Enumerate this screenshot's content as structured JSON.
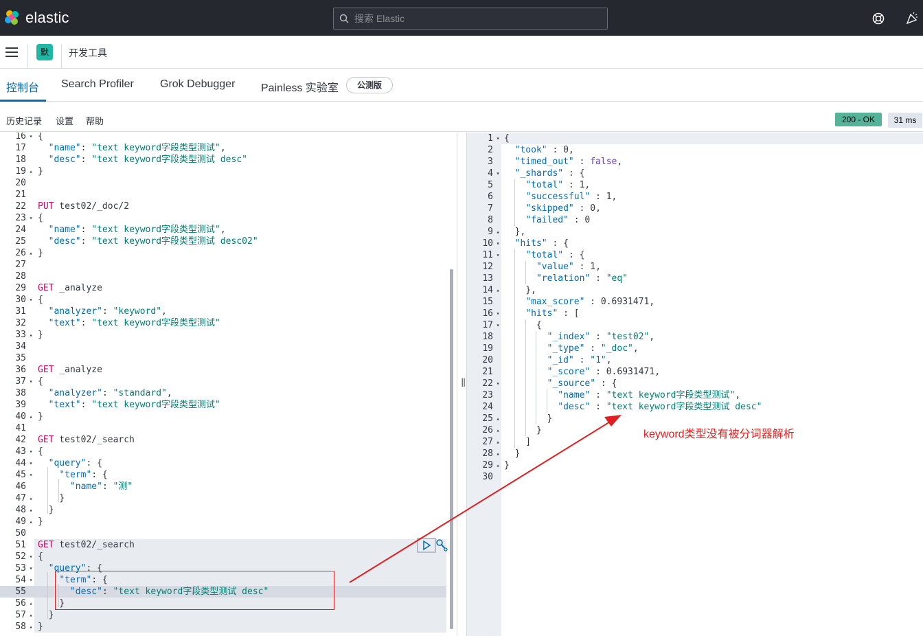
{
  "brand": "elastic",
  "search": {
    "placeholder": "搜索 Elastic"
  },
  "breadcrumb": {
    "space_initial": "默",
    "page": "开发工具"
  },
  "tabs": [
    {
      "label": "控制台",
      "active": true
    },
    {
      "label": "Search Profiler"
    },
    {
      "label": "Grok Debugger"
    },
    {
      "label": "Painless 实验室"
    }
  ],
  "beta_badge": "公测版",
  "menu": {
    "history": "历史记录",
    "settings": "设置",
    "help": "帮助"
  },
  "status": {
    "code": "200 - OK",
    "time": "31 ms"
  },
  "divider_grip": "‖",
  "annotation": "keyword类型没有被分词器解析",
  "request_lines": [
    {
      "n": "16",
      "fold": "▾",
      "tokens": [
        [
          "p",
          "{"
        ]
      ]
    },
    {
      "n": "17",
      "fold": "",
      "tokens": [
        [
          "p",
          "  "
        ],
        [
          "k",
          "\"name\""
        ],
        [
          "p",
          ": "
        ],
        [
          "s",
          "\"text keyword字段类型测试\""
        ],
        [
          "p",
          ","
        ]
      ]
    },
    {
      "n": "18",
      "fold": "",
      "tokens": [
        [
          "p",
          "  "
        ],
        [
          "k",
          "\"desc\""
        ],
        [
          "p",
          ": "
        ],
        [
          "s",
          "\"text keyword字段类型测试 desc\""
        ]
      ]
    },
    {
      "n": "19",
      "fold": "▴",
      "tokens": [
        [
          "p",
          "}"
        ]
      ]
    },
    {
      "n": "20",
      "fold": "",
      "tokens": []
    },
    {
      "n": "21",
      "fold": "",
      "tokens": []
    },
    {
      "n": "22",
      "fold": "",
      "tokens": [
        [
          "m",
          "PUT"
        ],
        [
          "url",
          " test02/_doc/2"
        ]
      ]
    },
    {
      "n": "23",
      "fold": "▾",
      "tokens": [
        [
          "p",
          "{"
        ]
      ]
    },
    {
      "n": "24",
      "fold": "",
      "tokens": [
        [
          "p",
          "  "
        ],
        [
          "k",
          "\"name\""
        ],
        [
          "p",
          ": "
        ],
        [
          "s",
          "\"text keyword字段类型测试\""
        ],
        [
          "p",
          ","
        ]
      ]
    },
    {
      "n": "25",
      "fold": "",
      "tokens": [
        [
          "p",
          "  "
        ],
        [
          "k",
          "\"desc\""
        ],
        [
          "p",
          ": "
        ],
        [
          "s",
          "\"text keyword字段类型测试 desc02\""
        ]
      ]
    },
    {
      "n": "26",
      "fold": "▴",
      "tokens": [
        [
          "p",
          "}"
        ]
      ]
    },
    {
      "n": "27",
      "fold": "",
      "tokens": []
    },
    {
      "n": "28",
      "fold": "",
      "tokens": []
    },
    {
      "n": "29",
      "fold": "",
      "tokens": [
        [
          "m",
          "GET"
        ],
        [
          "url",
          " _analyze"
        ]
      ]
    },
    {
      "n": "30",
      "fold": "▾",
      "tokens": [
        [
          "p",
          "{"
        ]
      ]
    },
    {
      "n": "31",
      "fold": "",
      "tokens": [
        [
          "p",
          "  "
        ],
        [
          "k",
          "\"analyzer\""
        ],
        [
          "p",
          ": "
        ],
        [
          "s",
          "\"keyword\""
        ],
        [
          "p",
          ","
        ]
      ]
    },
    {
      "n": "32",
      "fold": "",
      "tokens": [
        [
          "p",
          "  "
        ],
        [
          "k",
          "\"text\""
        ],
        [
          "p",
          ": "
        ],
        [
          "s",
          "\"text keyword字段类型测试\""
        ]
      ]
    },
    {
      "n": "33",
      "fold": "▴",
      "tokens": [
        [
          "p",
          "}"
        ]
      ]
    },
    {
      "n": "34",
      "fold": "",
      "tokens": []
    },
    {
      "n": "35",
      "fold": "",
      "tokens": []
    },
    {
      "n": "36",
      "fold": "",
      "tokens": [
        [
          "m",
          "GET"
        ],
        [
          "url",
          " _analyze"
        ]
      ]
    },
    {
      "n": "37",
      "fold": "▾",
      "tokens": [
        [
          "p",
          "{"
        ]
      ]
    },
    {
      "n": "38",
      "fold": "",
      "tokens": [
        [
          "p",
          "  "
        ],
        [
          "k",
          "\"analyzer\""
        ],
        [
          "p",
          ": "
        ],
        [
          "s",
          "\"standard\""
        ],
        [
          "p",
          ","
        ]
      ]
    },
    {
      "n": "39",
      "fold": "",
      "tokens": [
        [
          "p",
          "  "
        ],
        [
          "k",
          "\"text\""
        ],
        [
          "p",
          ": "
        ],
        [
          "s",
          "\"text keyword字段类型测试\""
        ]
      ]
    },
    {
      "n": "40",
      "fold": "▴",
      "tokens": [
        [
          "p",
          "}"
        ]
      ]
    },
    {
      "n": "41",
      "fold": "",
      "tokens": []
    },
    {
      "n": "42",
      "fold": "",
      "tokens": [
        [
          "m",
          "GET"
        ],
        [
          "url",
          " test02/_search"
        ]
      ]
    },
    {
      "n": "43",
      "fold": "▾",
      "tokens": [
        [
          "p",
          "{"
        ]
      ]
    },
    {
      "n": "44",
      "fold": "▾",
      "tokens": [
        [
          "p",
          "  "
        ],
        [
          "k",
          "\"query\""
        ],
        [
          "p",
          ": {"
        ]
      ]
    },
    {
      "n": "45",
      "fold": "▾",
      "tokens": [
        [
          "p",
          "    "
        ],
        [
          "k",
          "\"term\""
        ],
        [
          "p",
          ": {"
        ]
      ]
    },
    {
      "n": "46",
      "fold": "",
      "tokens": [
        [
          "p",
          "      "
        ],
        [
          "k",
          "\"name\""
        ],
        [
          "p",
          ": "
        ],
        [
          "s",
          "\"测\""
        ]
      ]
    },
    {
      "n": "47",
      "fold": "▴",
      "tokens": [
        [
          "p",
          "    }"
        ]
      ]
    },
    {
      "n": "48",
      "fold": "▴",
      "tokens": [
        [
          "p",
          "  }"
        ]
      ]
    },
    {
      "n": "49",
      "fold": "▴",
      "tokens": [
        [
          "p",
          "}"
        ]
      ]
    },
    {
      "n": "50",
      "fold": "",
      "tokens": []
    },
    {
      "n": "51",
      "fold": "",
      "tokens": [
        [
          "m",
          "GET"
        ],
        [
          "url",
          " test02/_search"
        ]
      ]
    },
    {
      "n": "52",
      "fold": "▾",
      "tokens": [
        [
          "p",
          "{"
        ]
      ]
    },
    {
      "n": "53",
      "fold": "▾",
      "tokens": [
        [
          "p",
          "  "
        ],
        [
          "k",
          "\"query\""
        ],
        [
          "p",
          ": {"
        ]
      ]
    },
    {
      "n": "54",
      "fold": "▾",
      "tokens": [
        [
          "p",
          "    "
        ],
        [
          "k",
          "\"term\""
        ],
        [
          "p",
          ": {"
        ]
      ]
    },
    {
      "n": "55",
      "fold": "",
      "tokens": [
        [
          "p",
          "      "
        ],
        [
          "k",
          "\"desc\""
        ],
        [
          "p",
          ": "
        ],
        [
          "s",
          "\"text keyword字段类型测试 desc\""
        ]
      ]
    },
    {
      "n": "56",
      "fold": "▴",
      "tokens": [
        [
          "p",
          "    }"
        ]
      ]
    },
    {
      "n": "57",
      "fold": "▴",
      "tokens": [
        [
          "p",
          "  }"
        ]
      ]
    },
    {
      "n": "58",
      "fold": "▴",
      "tokens": [
        [
          "p",
          "}"
        ]
      ]
    }
  ],
  "response_lines": [
    {
      "n": "1",
      "fold": "▾",
      "tokens": [
        [
          "p",
          "{"
        ]
      ]
    },
    {
      "n": "2",
      "fold": "",
      "tokens": [
        [
          "p",
          "  "
        ],
        [
          "k",
          "\"took\""
        ],
        [
          "p",
          " : "
        ],
        [
          "n",
          "0"
        ],
        [
          "p",
          ","
        ]
      ]
    },
    {
      "n": "3",
      "fold": "",
      "tokens": [
        [
          "p",
          "  "
        ],
        [
          "k",
          "\"timed_out\""
        ],
        [
          "p",
          " : "
        ],
        [
          "b",
          "false"
        ],
        [
          "p",
          ","
        ]
      ]
    },
    {
      "n": "4",
      "fold": "▾",
      "tokens": [
        [
          "p",
          "  "
        ],
        [
          "k",
          "\"_shards\""
        ],
        [
          "p",
          " : {"
        ]
      ]
    },
    {
      "n": "5",
      "fold": "",
      "tokens": [
        [
          "p",
          "    "
        ],
        [
          "k",
          "\"total\""
        ],
        [
          "p",
          " : "
        ],
        [
          "n",
          "1"
        ],
        [
          "p",
          ","
        ]
      ]
    },
    {
      "n": "6",
      "fold": "",
      "tokens": [
        [
          "p",
          "    "
        ],
        [
          "k",
          "\"successful\""
        ],
        [
          "p",
          " : "
        ],
        [
          "n",
          "1"
        ],
        [
          "p",
          ","
        ]
      ]
    },
    {
      "n": "7",
      "fold": "",
      "tokens": [
        [
          "p",
          "    "
        ],
        [
          "k",
          "\"skipped\""
        ],
        [
          "p",
          " : "
        ],
        [
          "n",
          "0"
        ],
        [
          "p",
          ","
        ]
      ]
    },
    {
      "n": "8",
      "fold": "",
      "tokens": [
        [
          "p",
          "    "
        ],
        [
          "k",
          "\"failed\""
        ],
        [
          "p",
          " : "
        ],
        [
          "n",
          "0"
        ]
      ]
    },
    {
      "n": "9",
      "fold": "▴",
      "tokens": [
        [
          "p",
          "  },"
        ]
      ]
    },
    {
      "n": "10",
      "fold": "▾",
      "tokens": [
        [
          "p",
          "  "
        ],
        [
          "k",
          "\"hits\""
        ],
        [
          "p",
          " : {"
        ]
      ]
    },
    {
      "n": "11",
      "fold": "▾",
      "tokens": [
        [
          "p",
          "    "
        ],
        [
          "k",
          "\"total\""
        ],
        [
          "p",
          " : {"
        ]
      ]
    },
    {
      "n": "12",
      "fold": "",
      "tokens": [
        [
          "p",
          "      "
        ],
        [
          "k",
          "\"value\""
        ],
        [
          "p",
          " : "
        ],
        [
          "n",
          "1"
        ],
        [
          "p",
          ","
        ]
      ]
    },
    {
      "n": "13",
      "fold": "",
      "tokens": [
        [
          "p",
          "      "
        ],
        [
          "k",
          "\"relation\""
        ],
        [
          "p",
          " : "
        ],
        [
          "s",
          "\"eq\""
        ]
      ]
    },
    {
      "n": "14",
      "fold": "▴",
      "tokens": [
        [
          "p",
          "    },"
        ]
      ]
    },
    {
      "n": "15",
      "fold": "",
      "tokens": [
        [
          "p",
          "    "
        ],
        [
          "k",
          "\"max_score\""
        ],
        [
          "p",
          " : "
        ],
        [
          "n",
          "0.6931471"
        ],
        [
          "p",
          ","
        ]
      ]
    },
    {
      "n": "16",
      "fold": "▾",
      "tokens": [
        [
          "p",
          "    "
        ],
        [
          "k",
          "\"hits\""
        ],
        [
          "p",
          " : ["
        ]
      ]
    },
    {
      "n": "17",
      "fold": "▾",
      "tokens": [
        [
          "p",
          "      {"
        ]
      ]
    },
    {
      "n": "18",
      "fold": "",
      "tokens": [
        [
          "p",
          "        "
        ],
        [
          "k",
          "\"_index\""
        ],
        [
          "p",
          " : "
        ],
        [
          "s",
          "\"test02\""
        ],
        [
          "p",
          ","
        ]
      ]
    },
    {
      "n": "19",
      "fold": "",
      "tokens": [
        [
          "p",
          "        "
        ],
        [
          "k",
          "\"_type\""
        ],
        [
          "p",
          " : "
        ],
        [
          "s",
          "\"_doc\""
        ],
        [
          "p",
          ","
        ]
      ]
    },
    {
      "n": "20",
      "fold": "",
      "tokens": [
        [
          "p",
          "        "
        ],
        [
          "k",
          "\"_id\""
        ],
        [
          "p",
          " : "
        ],
        [
          "s",
          "\"1\""
        ],
        [
          "p",
          ","
        ]
      ]
    },
    {
      "n": "21",
      "fold": "",
      "tokens": [
        [
          "p",
          "        "
        ],
        [
          "k",
          "\"_score\""
        ],
        [
          "p",
          " : "
        ],
        [
          "n",
          "0.6931471"
        ],
        [
          "p",
          ","
        ]
      ]
    },
    {
      "n": "22",
      "fold": "▾",
      "tokens": [
        [
          "p",
          "        "
        ],
        [
          "k",
          "\"_source\""
        ],
        [
          "p",
          " : {"
        ]
      ]
    },
    {
      "n": "23",
      "fold": "",
      "tokens": [
        [
          "p",
          "          "
        ],
        [
          "k",
          "\"name\""
        ],
        [
          "p",
          " : "
        ],
        [
          "s",
          "\"text keyword字段类型测试\""
        ],
        [
          "p",
          ","
        ]
      ]
    },
    {
      "n": "24",
      "fold": "",
      "tokens": [
        [
          "p",
          "          "
        ],
        [
          "k",
          "\"desc\""
        ],
        [
          "p",
          " : "
        ],
        [
          "s",
          "\"text keyword字段类型测试 desc\""
        ]
      ]
    },
    {
      "n": "25",
      "fold": "▴",
      "tokens": [
        [
          "p",
          "        }"
        ]
      ]
    },
    {
      "n": "26",
      "fold": "▴",
      "tokens": [
        [
          "p",
          "      }"
        ]
      ]
    },
    {
      "n": "27",
      "fold": "▴",
      "tokens": [
        [
          "p",
          "    ]"
        ]
      ]
    },
    {
      "n": "28",
      "fold": "▴",
      "tokens": [
        [
          "p",
          "  }"
        ]
      ]
    },
    {
      "n": "29",
      "fold": "▴",
      "tokens": [
        [
          "p",
          "}"
        ]
      ]
    },
    {
      "n": "30",
      "fold": "",
      "tokens": []
    }
  ],
  "colors": {
    "accent": "#006bb8",
    "status_ok": "#54b399",
    "method": "#c80a68",
    "string": "#017d73",
    "annotation": "#e02020"
  }
}
